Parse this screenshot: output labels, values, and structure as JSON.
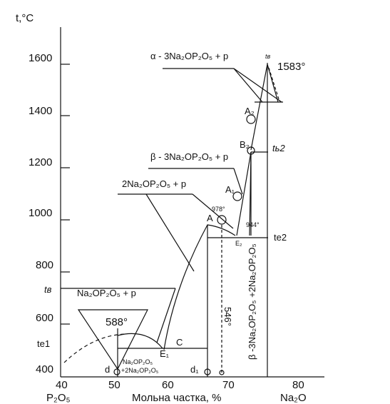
{
  "y_axis": {
    "title": "t,°C",
    "ticks": [
      "1600",
      "1400",
      "1200",
      "1000",
      "800",
      "600",
      "400"
    ],
    "extra_labels": [
      "tв",
      "tе1"
    ]
  },
  "x_axis": {
    "title": "Мольна частка, %",
    "ticks": [
      "40",
      "50",
      "60",
      "70",
      "80"
    ],
    "left_component": "P₂O₅",
    "right_component": "Na₂O"
  },
  "region_labels": {
    "alpha_field": "α  - 3Na₂OP₂O₅ + p",
    "beta_field": "β  - 3Na₂OP₂O₅ + p",
    "compound_field": "2Na₂OP₂O₅ + p",
    "na2op2o5_field": "Na₂OP₂O₅ + p",
    "two_solid_line1": "Na₂OP₂O₅",
    "two_solid_line2": "+2Na₂OP₂O₅",
    "beta_vertical": "β -3Na₂OP₂O₅ +2Na₂OP₂O₅"
  },
  "temperatures": {
    "t1583": "1583°",
    "t978": "978°",
    "t944": "944°",
    "t588": "588°",
    "t546": "546°"
  },
  "points": {
    "tv_top": "tв",
    "tb2": "tь2",
    "te2": "tе2",
    "A": "A",
    "A1": "A₁",
    "A2": "A₂",
    "B2": "B₂",
    "E1": "E₁",
    "E2": "E₂",
    "C": "C",
    "d": "d",
    "d1": "d₁"
  }
}
